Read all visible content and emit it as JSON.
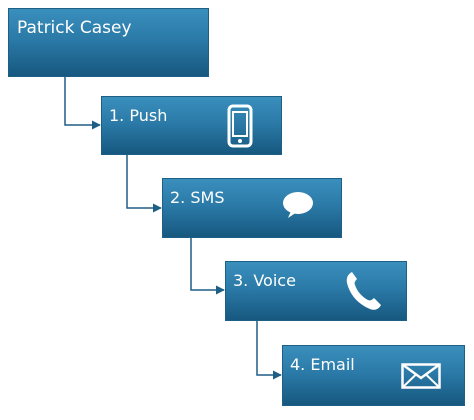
{
  "diagram": {
    "root": {
      "label": "Patrick Casey"
    },
    "steps": [
      {
        "label": "1. Push",
        "icon": "mobile-phone-icon"
      },
      {
        "label": "2. SMS",
        "icon": "speech-bubble-icon"
      },
      {
        "label": "3. Voice",
        "icon": "phone-handset-icon"
      },
      {
        "label": "4. Email",
        "icon": "envelope-icon"
      }
    ],
    "colors": {
      "box_top": "#3a8fbc",
      "box_bottom": "#16587f",
      "connector": "#1e5f86",
      "text": "#ffffff"
    }
  }
}
